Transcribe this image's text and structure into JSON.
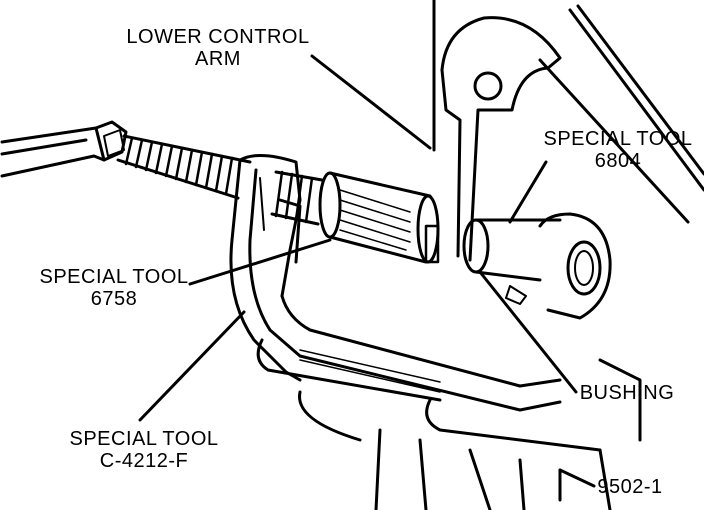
{
  "labels": {
    "lower_control_arm": {
      "line1": "LOWER CONTROL",
      "line2": "ARM"
    },
    "special_tool_6804": {
      "line1": "SPECIAL TOOL",
      "line2": "6804"
    },
    "special_tool_6758": {
      "line1": "SPECIAL TOOL",
      "line2": "6758"
    },
    "bushing": "BUSHING",
    "special_tool_c4212f": {
      "line1": "SPECIAL TOOL",
      "line2": "C-4212-F"
    },
    "figure_number": "9502-1"
  },
  "colors": {
    "ink": "#000000",
    "paper": "#ffffff"
  }
}
